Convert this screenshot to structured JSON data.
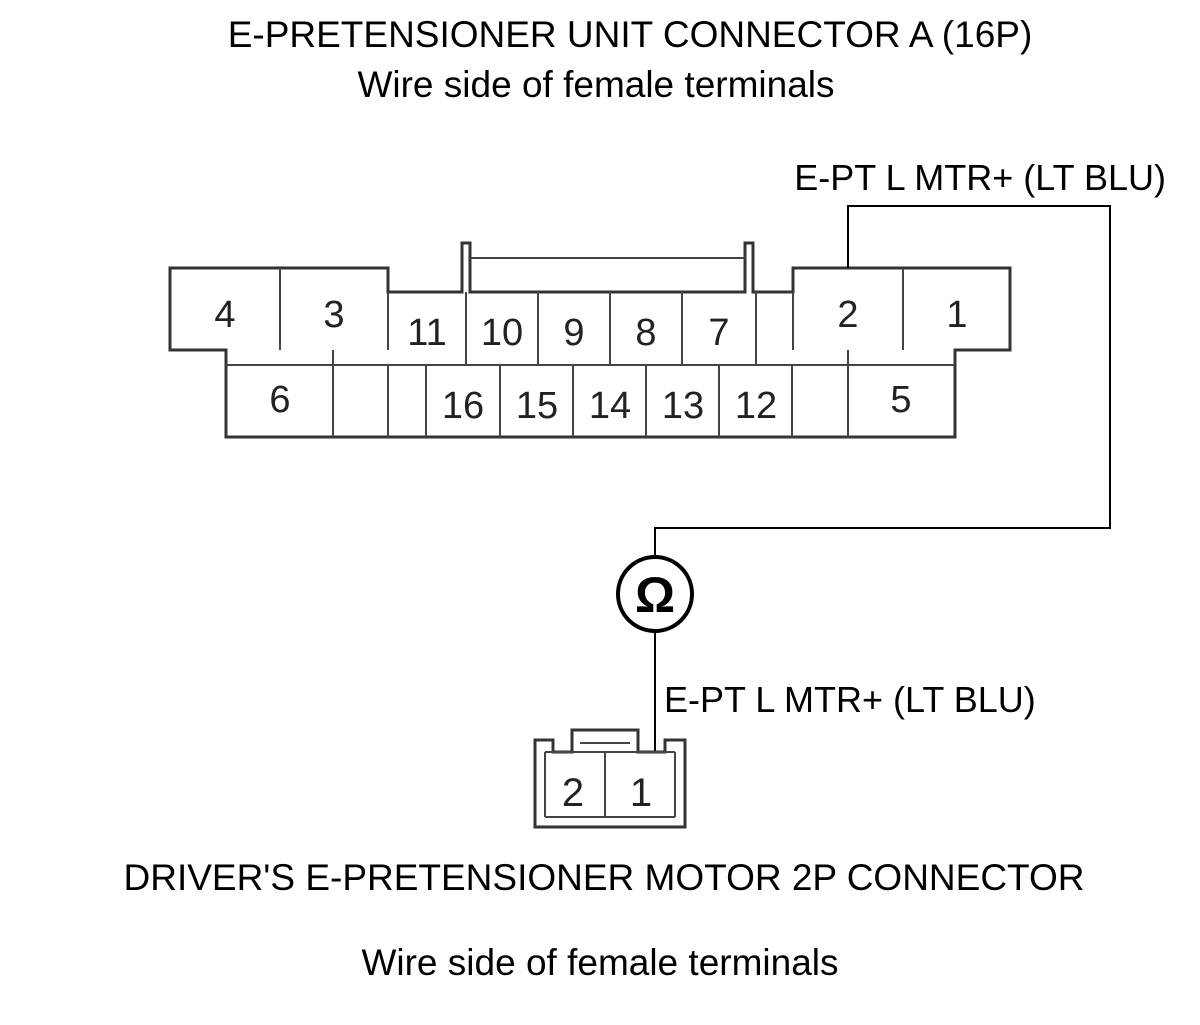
{
  "connector_a": {
    "title": "E-PRETENSIONER UNIT CONNECTOR A (16P)",
    "subtitle": "Wire side of female terminals",
    "wire_label": "E-PT L MTR+ (LT BLU)",
    "pins": {
      "p1": "1",
      "p2": "2",
      "p3": "3",
      "p4": "4",
      "p5": "5",
      "p6": "6",
      "p7": "7",
      "p8": "8",
      "p9": "9",
      "p10": "10",
      "p11": "11",
      "p12": "12",
      "p13": "13",
      "p14": "14",
      "p15": "15",
      "p16": "16"
    }
  },
  "meter": {
    "symbol": "Ω",
    "icon": "ohmmeter-icon"
  },
  "motor_connector": {
    "wire_label": "E-PT L MTR+ (LT BLU)",
    "title": "DRIVER'S E-PRETENSIONER MOTOR 2P CONNECTOR",
    "subtitle": "Wire side of female terminals",
    "pins": {
      "p1": "1",
      "p2": "2"
    }
  }
}
